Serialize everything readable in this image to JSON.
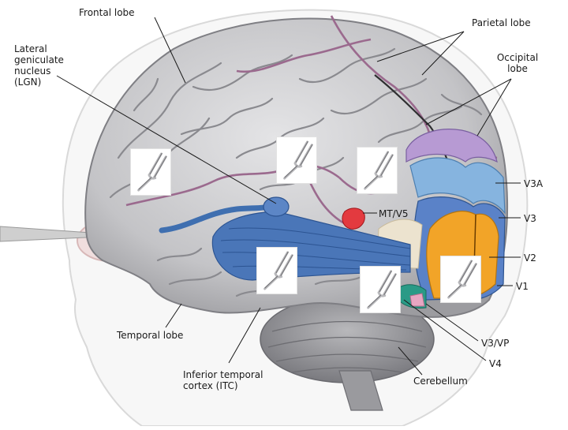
{
  "labels": {
    "frontal_lobe": "Frontal lobe",
    "lgn_line1": "Lateral",
    "lgn_line2": "geniculate",
    "lgn_line3": "nucleus",
    "lgn_line4": "(LGN)",
    "parietal_lobe": "Parietal lobe",
    "occipital_line1": "Occipital",
    "occipital_line2": "lobe",
    "mt_v5": "MT/V5",
    "v3a": "V3A",
    "v3": "V3",
    "v2": "V2",
    "v1": "V1",
    "v3_vp": "V3/VP",
    "v4": "V4",
    "temporal_lobe": "Temporal lobe",
    "itc_line1": "Inferior temporal",
    "itc_line2": "cortex (ITC)",
    "cerebellum": "Cerebellum"
  },
  "colors": {
    "brain": "#c9c9cb",
    "sulcus": "#8f8f94",
    "lobe_border": "#9b6a8e",
    "optic_tract": "#3f6fb0",
    "mt_v5": "#e33a3f",
    "v1": "#f2a428",
    "v2": "#5a82c8",
    "v3": "#86b4df",
    "v3a": "#b79ad3",
    "v4": "#2a9a86",
    "v3_vp": "#e7a6c2"
  },
  "overlay_icon": "tuning-fork-icon"
}
